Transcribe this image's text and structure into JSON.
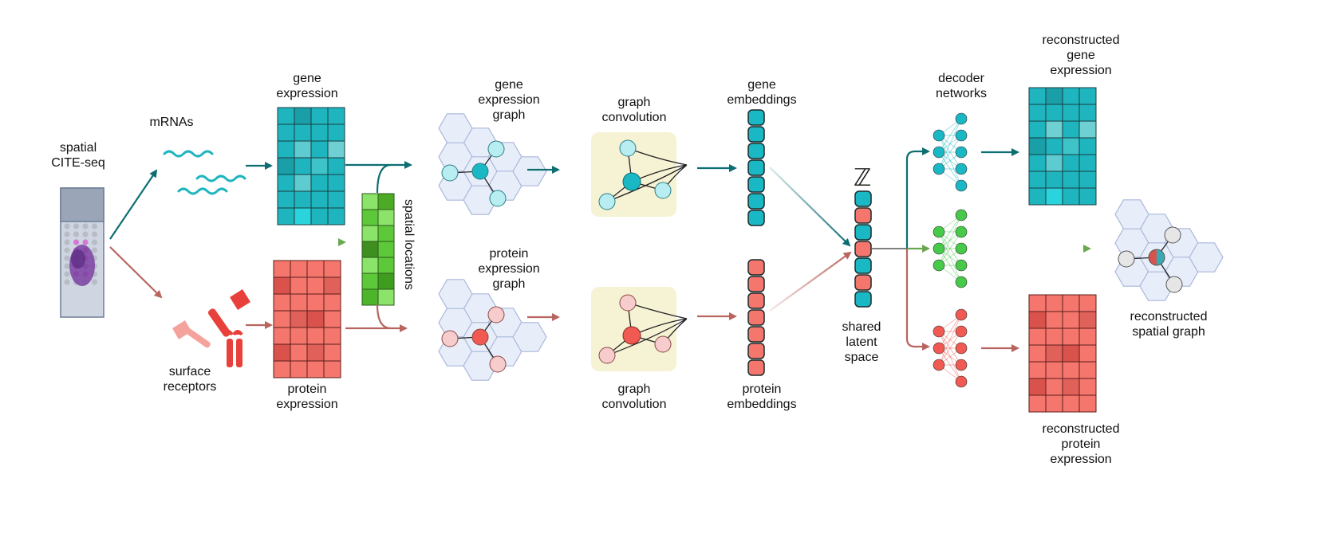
{
  "labels": {
    "spatial_cite_seq": "spatial\nCITE-seq",
    "mrnas": "mRNAs",
    "surface_receptors": "surface\nreceptors",
    "gene_expression": "gene\nexpression",
    "protein_expression": "protein\nexpression",
    "spatial_locations": "spatial locations",
    "gene_expression_graph": "gene\nexpression\ngraph",
    "protein_expression_graph": "protein\nexpression\ngraph",
    "graph_convolution_top": "graph\nconvolution",
    "graph_convolution_bottom": "graph\nconvolution",
    "gene_embeddings": "gene\nembeddings",
    "protein_embeddings": "protein\nembeddings",
    "latent_symbol": "ℤ",
    "shared_latent_space": "shared\nlatent\nspace",
    "decoder_networks": "decoder\nnetworks",
    "reconstructed_gene_expression": "reconstructed\ngene\nexpression",
    "reconstructed_protein_expression": "reconstructed\nprotein\nexpression",
    "reconstructed_spatial_graph": "reconstructed\nspatial graph"
  },
  "colors": {
    "gene": "#1ab8c4",
    "gene_dark": "#0d6e72",
    "protein": "#f4766d",
    "protein_dark": "#b8655f",
    "spatial": "#5cc83a",
    "spatial_arrow": "#6aa84f",
    "hex_fill": "#e8eef9",
    "hex_stroke": "#a8b6dc",
    "conv_bg": "#f6f2d4"
  },
  "heatmaps": {
    "gene_input": [
      [
        "#1fb5bf",
        "#1a9ea8",
        "#1fb5bf",
        "#1fb5bf"
      ],
      [
        "#1fb5bf",
        "#1fb5bf",
        "#1fb5bf",
        "#1fb5bf"
      ],
      [
        "#1fb5bf",
        "#5ecbd0",
        "#1fb5bf",
        "#6ed0d2"
      ],
      [
        "#1a9ea8",
        "#1fb5bf",
        "#3ec3c8",
        "#1fb5bf"
      ],
      [
        "#1fb5bf",
        "#5ecbd0",
        "#1fb5bf",
        "#1fb5bf"
      ],
      [
        "#1fb5bf",
        "#1fb5bf",
        "#1fb5bf",
        "#1fb5bf"
      ],
      [
        "#1fb5bf",
        "#2ad4dc",
        "#1fb5bf",
        "#1fb5bf"
      ]
    ],
    "protein_input": [
      [
        "#f4766d",
        "#f4766d",
        "#f4766d",
        "#f4766d"
      ],
      [
        "#d9534c",
        "#f4766d",
        "#f4766d",
        "#e0605a"
      ],
      [
        "#f4766d",
        "#f4766d",
        "#f4766d",
        "#f4766d"
      ],
      [
        "#f4766d",
        "#e0605a",
        "#d9534c",
        "#f4766d"
      ],
      [
        "#f4766d",
        "#f4766d",
        "#f4766d",
        "#f4766d"
      ],
      [
        "#d9534c",
        "#f4766d",
        "#e0605a",
        "#f4766d"
      ],
      [
        "#f4766d",
        "#f4766d",
        "#f4766d",
        "#f4766d"
      ]
    ],
    "spatial": [
      [
        "#8ce36a",
        "#4caa25"
      ],
      [
        "#5cc83a",
        "#8ce36a"
      ],
      [
        "#8ce36a",
        "#5cc83a"
      ],
      [
        "#3e8f20",
        "#5cc83a"
      ],
      [
        "#8ce36a",
        "#5cc83a"
      ],
      [
        "#5cc83a",
        "#3e9c1e"
      ],
      [
        "#4cb52a",
        "#8ce36a"
      ]
    ],
    "gene_recon": [
      [
        "#1fb5bf",
        "#1a9ea8",
        "#1fb5bf",
        "#1fb5bf"
      ],
      [
        "#1fb5bf",
        "#1fb5bf",
        "#1fb5bf",
        "#1fb5bf"
      ],
      [
        "#1fb5bf",
        "#6ed0d2",
        "#1fb5bf",
        "#6ed0d2"
      ],
      [
        "#1a9ea8",
        "#1fb5bf",
        "#3ec3c8",
        "#1fb5bf"
      ],
      [
        "#1fb5bf",
        "#5ecbd0",
        "#1fb5bf",
        "#1fb5bf"
      ],
      [
        "#1fb5bf",
        "#1fb5bf",
        "#1fb5bf",
        "#1fb5bf"
      ],
      [
        "#1fb5bf",
        "#2ad4dc",
        "#1fb5bf",
        "#1fb5bf"
      ]
    ],
    "protein_recon": [
      [
        "#f4766d",
        "#f4766d",
        "#f4766d",
        "#f4766d"
      ],
      [
        "#d9534c",
        "#f4766d",
        "#f4766d",
        "#e0605a"
      ],
      [
        "#f4766d",
        "#f4766d",
        "#f4766d",
        "#f4766d"
      ],
      [
        "#f4766d",
        "#e0605a",
        "#d9534c",
        "#f4766d"
      ],
      [
        "#f4766d",
        "#f4766d",
        "#f4766d",
        "#f4766d"
      ],
      [
        "#d9534c",
        "#f4766d",
        "#e0605a",
        "#f4766d"
      ],
      [
        "#f4766d",
        "#f4766d",
        "#f4766d",
        "#f4766d"
      ]
    ]
  },
  "latent_pattern": [
    "gene",
    "protein",
    "gene",
    "protein",
    "gene",
    "protein",
    "gene"
  ],
  "decoder_colors": [
    "#1ab8c4",
    "#47c94a",
    "#f05a52"
  ]
}
